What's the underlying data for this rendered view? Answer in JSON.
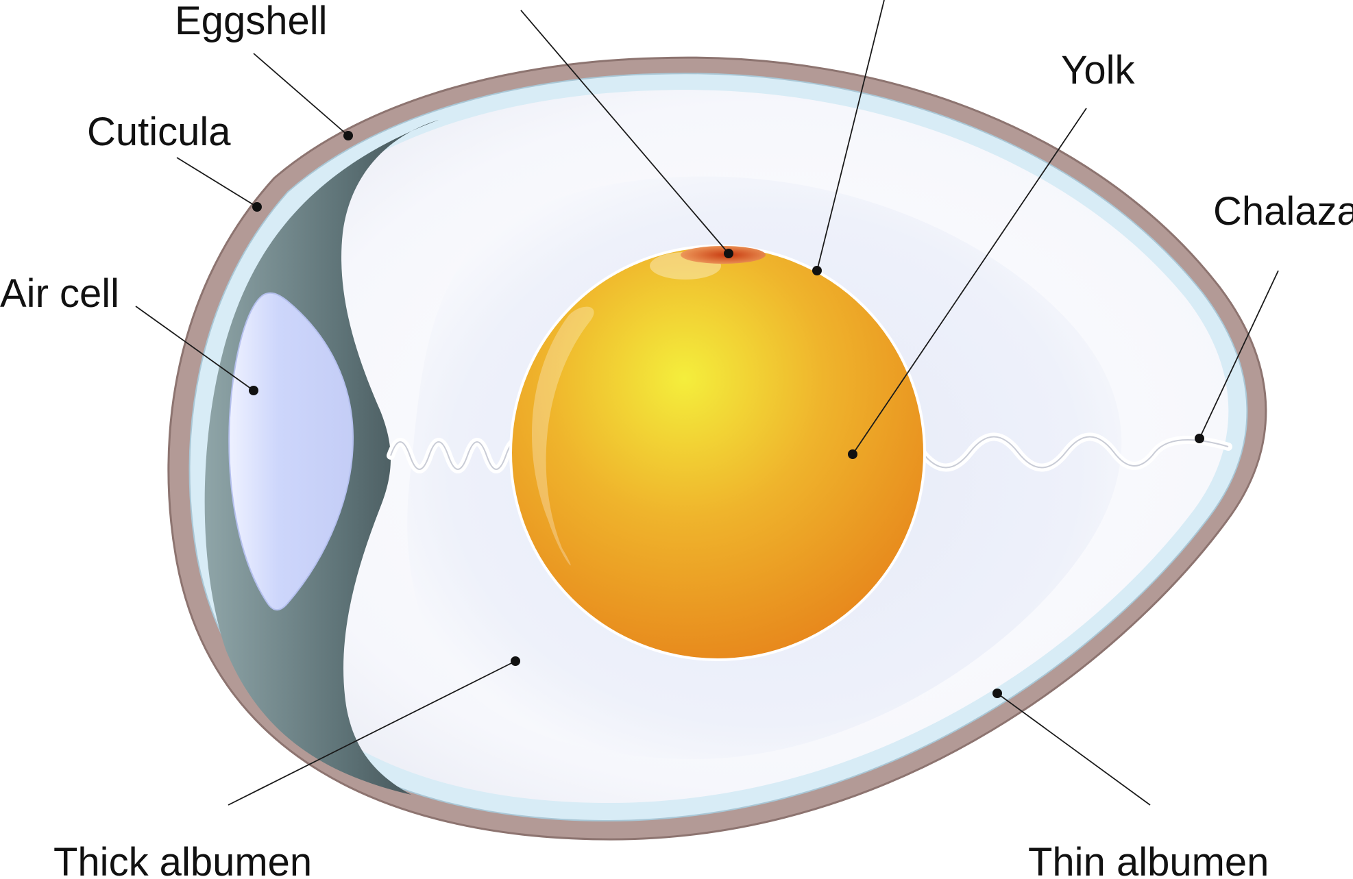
{
  "diagram": {
    "labels": {
      "eggshell": "Eggshell",
      "cuticula": "Cuticula",
      "air_cell": "Air cell",
      "yolk": "Yolk",
      "chalaza": "Chalaza",
      "thick_albumen": "Thick albumen",
      "thin_albumen": "Thin albumen"
    },
    "colors": {
      "shell": "#b39a96",
      "membrane": "#d8ecf6",
      "air_cell": "#cdd6fb",
      "inner_membrane": "#53666a",
      "thin_albumen": "#f4f5fb",
      "thick_albumen": "#eaeef9",
      "yolk_center": "#f4ee3c",
      "yolk_edge": "#e8891c",
      "germinal_disc": "#c83a10"
    }
  }
}
